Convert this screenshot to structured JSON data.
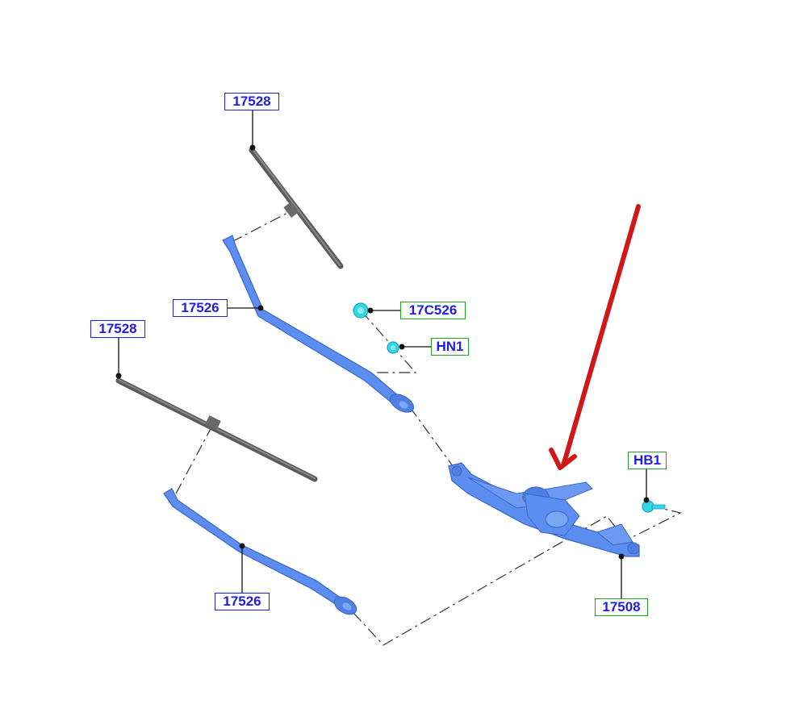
{
  "colors": {
    "blue_callout_border": "#1e1ee8",
    "green_callout_border": "#22a022",
    "callout_text": "#1e1ee8",
    "part_blue": "#5b8ef0",
    "part_blade": "#6b6b6b",
    "fastener": "#35d4e6",
    "indicator_arrow": "#d01818"
  },
  "callouts": [
    {
      "id": "c1",
      "text": "17528",
      "style": "blue"
    },
    {
      "id": "c2",
      "text": "17526",
      "style": "blue"
    },
    {
      "id": "c3",
      "text": "17C526",
      "style": "green"
    },
    {
      "id": "c4",
      "text": "HN1",
      "style": "green"
    },
    {
      "id": "c5",
      "text": "17528",
      "style": "blue"
    },
    {
      "id": "c6",
      "text": "HB1",
      "style": "green"
    },
    {
      "id": "c7",
      "text": "17526",
      "style": "blue"
    },
    {
      "id": "c8",
      "text": "17508",
      "style": "green"
    }
  ]
}
